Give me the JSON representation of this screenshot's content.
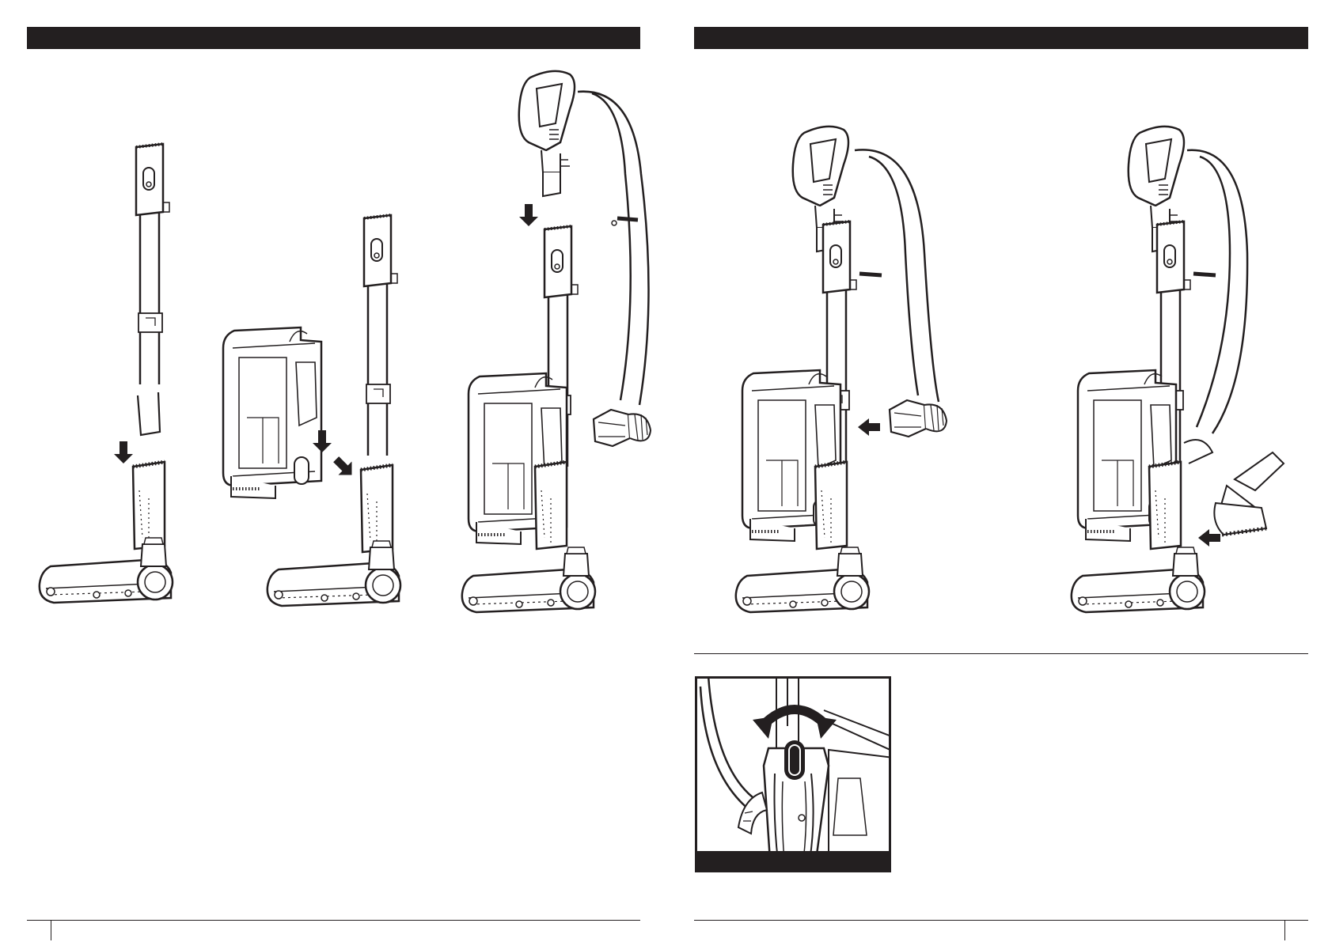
{
  "layout": {
    "pages": 2,
    "header_bar_color": "#231f20",
    "line_color": "#231f20"
  },
  "figures": {
    "left_page": [
      "wand-onto-floor-nozzle",
      "pod-onto-wand",
      "handle-onto-wand"
    ],
    "right_page": [
      "hose-connected-to-pod",
      "accessory-onto-pod",
      "release-button-inset"
    ]
  },
  "icons": [
    "down-arrow-icon",
    "diagonal-arrow-icon",
    "left-arrow-icon",
    "rotate-arrow-icon"
  ]
}
